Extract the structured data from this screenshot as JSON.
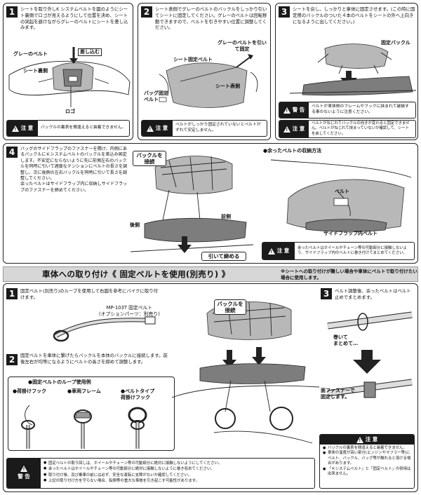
{
  "step1": {
    "num": "1",
    "text": "シートを取り外しK システムベルトを図のようにシート裏側でロゴが見えるようにして位置を決め、シートの突起を避けながらグレーのベルトにシートを差し込みます。",
    "label_gray_belt": "グレーのベルト",
    "label_insert": "差し込む",
    "label_seat_back": "シート裏側",
    "label_logo": "ロゴ",
    "caution_head": "注 意",
    "caution_body": "バックルの裏表を間違えると装着できません。"
  },
  "step2": {
    "num": "2",
    "text": "シート表側でグレーのベルトのバックルをしっかり引いてシートに固定してください。グレーのベルトは回転移動できますので、ベルトを引きやすい位置に調整してください。",
    "label_pull": "グレーのベルトを引いて固定",
    "label_seat_belt": "シート固定ベルト",
    "label_seat_front": "シート表側",
    "label_bag_belt": "バッグ固定ベルト",
    "caution_head": "注 意",
    "caution_body": "ベルトがしっかり固定されていないとベルトがずれて安定しません。"
  },
  "step3": {
    "num": "3",
    "text": "シートを戻し、しっかりと車体に固定させます。(この時に固定用のバックルのついた４本のベルトをシートの外へ上向きになるように出してください。)",
    "label_buckle": "固定バックル",
    "warn_head": "警 告",
    "warn_body": "ベルトが車体側のフレームやフックに挟まれて破損する事のないように注意ください。",
    "caution_head": "注 意",
    "caution_body": "ベルトがねじれてバックルの向きが変わると固定できません。ベルトがねじれて挟まっていないか確認して、シートを戻してください。"
  },
  "step4": {
    "num": "4",
    "text": "バッグのサイドフラップのファスナーを開け、内側にあるバックルにＫシステムベルトのバックルを差込み固定します。不安定にならないように先に前側左右のバックルを同時に引いて適度なテンションにベルトの長さを調整し、次に後側の左右バックルを同時に引いて長さを調整してください。\n余ったベルトはサイドフラップ内に収納しサイドフラップのファスナーを締めてください。",
    "label_connect": "バックルを接続",
    "label_rear": "後側",
    "label_front": "前側",
    "label_tighten": "引いて締める"
  },
  "storage": {
    "title": "●余ったベルトの収納方法",
    "label_belt": "ベルト",
    "label_inner": "サイドフラップ内ベルト",
    "caution_head": "注 意",
    "caution_body": "余ったベルトはホイールやチェーン等の可動部分に接触しないよう、サイドフラップ内のベルトに巻き付けてまとめてください。"
  },
  "banner": {
    "title": "車体への取り付け《 固定ベルトを使用(別売り) 》",
    "note": "※シートへの取り付けが難しい場合や車体にベルトで取り付けたい場合に使用します。"
  },
  "b1": {
    "num": "1",
    "text": "固定ベルト(別売り)のループを使用して右図を参考にバイクに取り付けます。",
    "product": "MP-103T 固定ベルト\n(オプションパーツ：別売り)"
  },
  "b2": {
    "num": "2",
    "text": "固定ベルトを車体に繋げたらバックルを本体のバックルに接続します。前後左右が均等になるようにベルトの長さを締めて調整します。",
    "loop_title": "●固定ベルトのループ使用例",
    "ex1": "●荷掛けフック",
    "ex2": "●車両フレーム",
    "ex3": "●ベルトタイプ\n荷掛けフック"
  },
  "b_connect": "バックルを接続",
  "b3": {
    "num": "3",
    "text": "ベルト調整後、余ったベルトはベルト止めでまとめます。",
    "label_wrap": "巻いて\nまとめて…",
    "label_velcro": "面ファスナーで\n固定します。"
  },
  "bottom_warning": {
    "head": "警 告",
    "items": [
      "固定ベルトの取り回しは、ホイールやチェーン等の可動部分に絶対に接触しないようにしてください。",
      "余ったベルトはホイールやチェーン等の可動部分に絶対に接触しないように巻き収めてください。",
      "取り付け後、及び乗車の前には必ず、安全な運転に支障がないか確認してください。",
      "上記の取り付け方を守らない場合、転倒等の重大な事故を引き起こす可能性があります。"
    ]
  },
  "bottom_caution": {
    "head": "注 意",
    "items": [
      "バックルの裏表を間違えると装着できません。",
      "車体の温度が高い部分(エンジンやマフラー等)にベルト、バックル、バッグ等が触れると溶ける場合があります。",
      "「Ｋシステムベルト」と「固定ベルト」の併用は出来ません。"
    ]
  }
}
